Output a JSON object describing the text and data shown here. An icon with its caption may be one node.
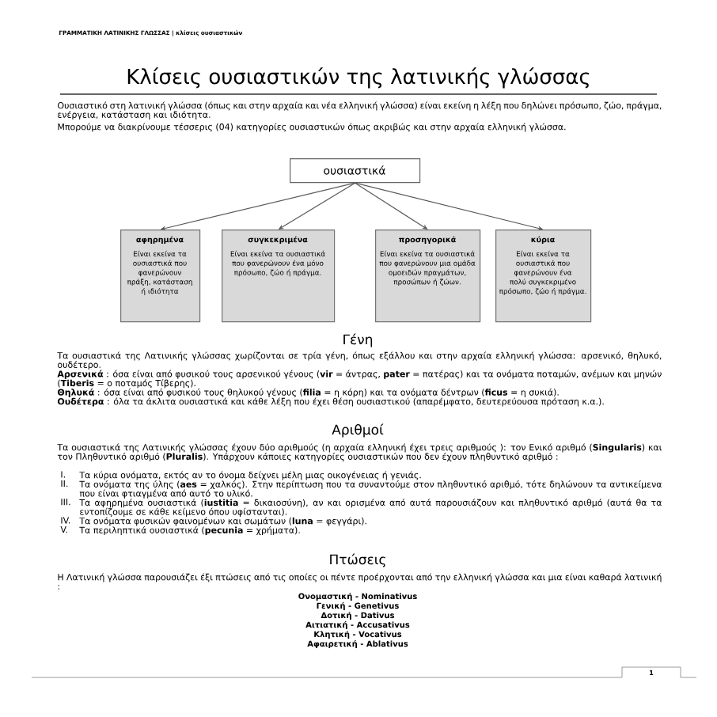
{
  "diagram": {
    "title": "Κλίσεις ουσιαστικών της λατινικής γλώσσας",
    "nodes": [
      {
        "text": [
          "ουσιαστικά"
        ]
      },
      {
        "text": [
          "αφηρημένα",
          "Είναι εκείνα τα ουσιαστικά που φανερώνουν πράξη, κατάσταση ή ιδιότητα"
        ]
      },
      {
        "text": [
          "συγκεκριμένα",
          "Είναι εκείνα τα ουσιαστικά που φανερώνουν ένα μόνο πρόσωπο, ζώο ή πράγμα."
        ]
      },
      {
        "text": [
          "προσηγορικά",
          "Είναι εκείνα τα ουσιαστικά που φανερώνουν μια ομάδα ομοειδών πραγμάτων, προσώπων ή ζώων."
        ]
      },
      {
        "text": [
          "κύρια",
          "Είναι εκείνα τα ουσιαστικά που φανερώνουν ένα πολύ συγκεκριμένο πρόσωπο, ζώο ή πράγμα."
        ]
      }
    ],
    "edges": [
      {
        "from": 0,
        "to": 1,
        "arrow": "to"
      },
      {
        "from": 0,
        "to": 2,
        "arrow": "to"
      },
      {
        "from": 0,
        "to": 3,
        "arrow": "to"
      },
      {
        "from": 0,
        "to": 4,
        "arrow": "to"
      }
    ],
    "labels": [
      "ΓΡΑΜΜΑΤΙΚΗ ΛΑΤΙΝΙΚΗΣ ΓΛΩΣΣΑΣ | κλίσεις ουσιαστικών",
      "Ουσιαστικό στη λατινική γλώσσα (όπως και στην αρχαία και νέα ελληνική γλώσσα) είναι εκείνη η λέξη που δηλώνει πρόσωπο, ζώο, πράγμα, ενέργεια, κατάσταση και ιδιότητα.",
      "Μπορούμε να διακρίνουμε τέσσερις (04) κατηγορίες ουσιαστικών όπως ακριβώς και στην αρχαία ελληνική γλώσσα.",
      "Γένη",
      "Τα ουσιαστικά της Λατινικής γλώσσας χωρίζονται σε τρία γένη, όπως εξάλλου και στην αρχαία ελληνική γλώσσα: αρσενικό, θηλυκό, ουδέτερο.",
      "**Αρσενικά** : όσα είναι από φυσικού τους αρσενικού γένους (**vir** = άντρας, **pater** = πατέρας) και τα ονόματα ποταμών, ανέμων και μηνών (**Tiberis** = ο ποταμός Τίβερης).",
      "**Θηλυκά** : όσα είναι από φυσικού τους θηλυκού γένους (**filia** = η κόρη) και τα ονόματα δέντρων (**ficus** = η συκιά).",
      "**Ουδέτερα** : όλα τα άκλιτα ουσιαστικά και κάθε λέξη που έχει θέση ουσιαστικού (απαρέμφατο, δευτερεύουσα πρόταση κ.α.).",
      "Αριθμοί",
      "Τα ουσιαστικά της Λατινικής γλώσσας έχουν δύο αριθμούς (η αρχαία ελληνική έχει τρεις αριθμούς ): τον Ενικό αριθμό (**Singularis**) και τον Πληθυντικό αριθμό (**Pluralis**). Υπάρχουν κάποιες κατηγορίες ουσιαστικών που δεν έχουν πληθυντικό αριθμό :",
      "I.",
      "Τα κύρια ονόματα, εκτός αν το όνομα δείχνει μέλη μιας οικογένειας ή γενιάς.",
      "II.",
      "Τα ονόματα της ύλης (**aes** = χαλκός). Στην περίπτωση που τα συναντούμε στον πληθυντικό αριθμό, τότε δηλώνουν τα αντικείμενα που είναι φτιαγμένα από αυτό το υλικό.",
      "III.",
      "Τα αφηρημένα ουσιαστικά (**iustitia** = δικαιοσύνη), αν και ορισμένα από αυτά παρουσιάζουν και πληθυντικό αριθμό (αυτά θα τα εντοπίζουμε σε κάθε κείμενο όπου υφίστανται).",
      "IV.",
      "Τα ονόματα φυσικών φαινομένων και σωμάτων (**luna** = φεγγάρι).",
      "V.",
      "Τα περιληπτικά ουσιαστικά (**pecunia** = χρήματα).",
      "Πτώσεις",
      "Η Λατινική γλώσσα παρουσιάζει έξι πτώσεις από τις οποίες οι πέντε προέρχονται από την ελληνική γλώσσα και μια είναι καθαρά λατινική :",
      "Ονομαστική - Nominativus",
      "Γενική - Genetivus",
      "Δοτική - Dativus",
      "Αιτιατική - Accusativus",
      "Κλητική - Vocativus",
      "Αφαιρετική - Ablativus",
      "1"
    ]
  }
}
